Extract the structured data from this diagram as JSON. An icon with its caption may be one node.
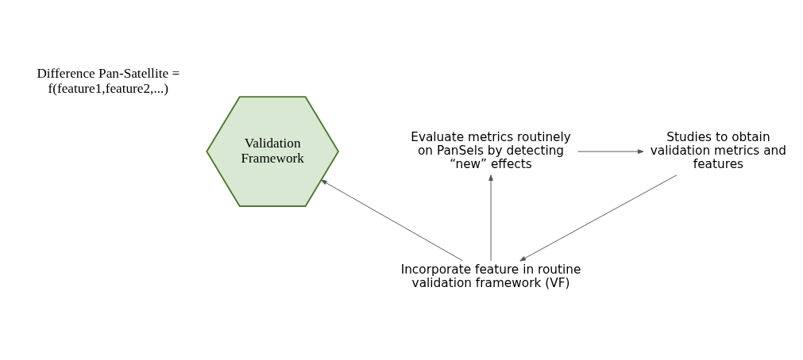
{
  "diagram": {
    "nodes": [
      {
        "text": [
          "Studies to obtain validation metrics and features"
        ]
      },
      {
        "text": [
          "Validation Framework"
        ],
        "beside": [
          "Difference Pan-Satellite = f(feature1,feature2,...)"
        ]
      },
      {
        "text": [
          "Evaluate metrics routinely on PanSels by detecting “new” effects"
        ]
      },
      {
        "text": [
          "Incorporate feature in routine validation framework (VF)"
        ]
      }
    ],
    "edges": [
      {
        "from": 2,
        "to": 0,
        "arrow": "to"
      },
      {
        "from": 0,
        "to": 3,
        "arrow": "to"
      },
      {
        "from": 3,
        "to": 2,
        "arrow": "to"
      },
      {
        "from": 3,
        "to": 1,
        "arrow": "to"
      }
    ]
  }
}
